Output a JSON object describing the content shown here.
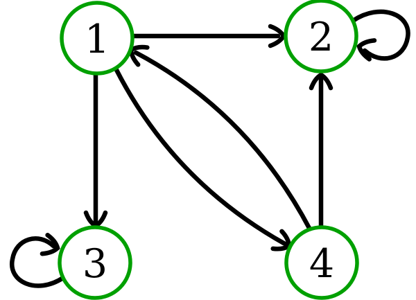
{
  "diagram": {
    "type": "directed-graph",
    "background_color": "#ffffff",
    "node_stroke_color": "#00a000",
    "node_fill_color": "#ffffff",
    "edge_color": "#000000",
    "nodes": [
      {
        "id": "1",
        "label": "1"
      },
      {
        "id": "2",
        "label": "2"
      },
      {
        "id": "3",
        "label": "3"
      },
      {
        "id": "4",
        "label": "4"
      }
    ],
    "edges": [
      {
        "from": "1",
        "to": "2",
        "style": "straight"
      },
      {
        "from": "1",
        "to": "3",
        "style": "straight"
      },
      {
        "from": "1",
        "to": "4",
        "style": "curved"
      },
      {
        "from": "4",
        "to": "1",
        "style": "curved"
      },
      {
        "from": "4",
        "to": "2",
        "style": "straight"
      },
      {
        "from": "2",
        "to": "2",
        "style": "self-loop-right"
      },
      {
        "from": "3",
        "to": "3",
        "style": "self-loop-left"
      }
    ]
  }
}
